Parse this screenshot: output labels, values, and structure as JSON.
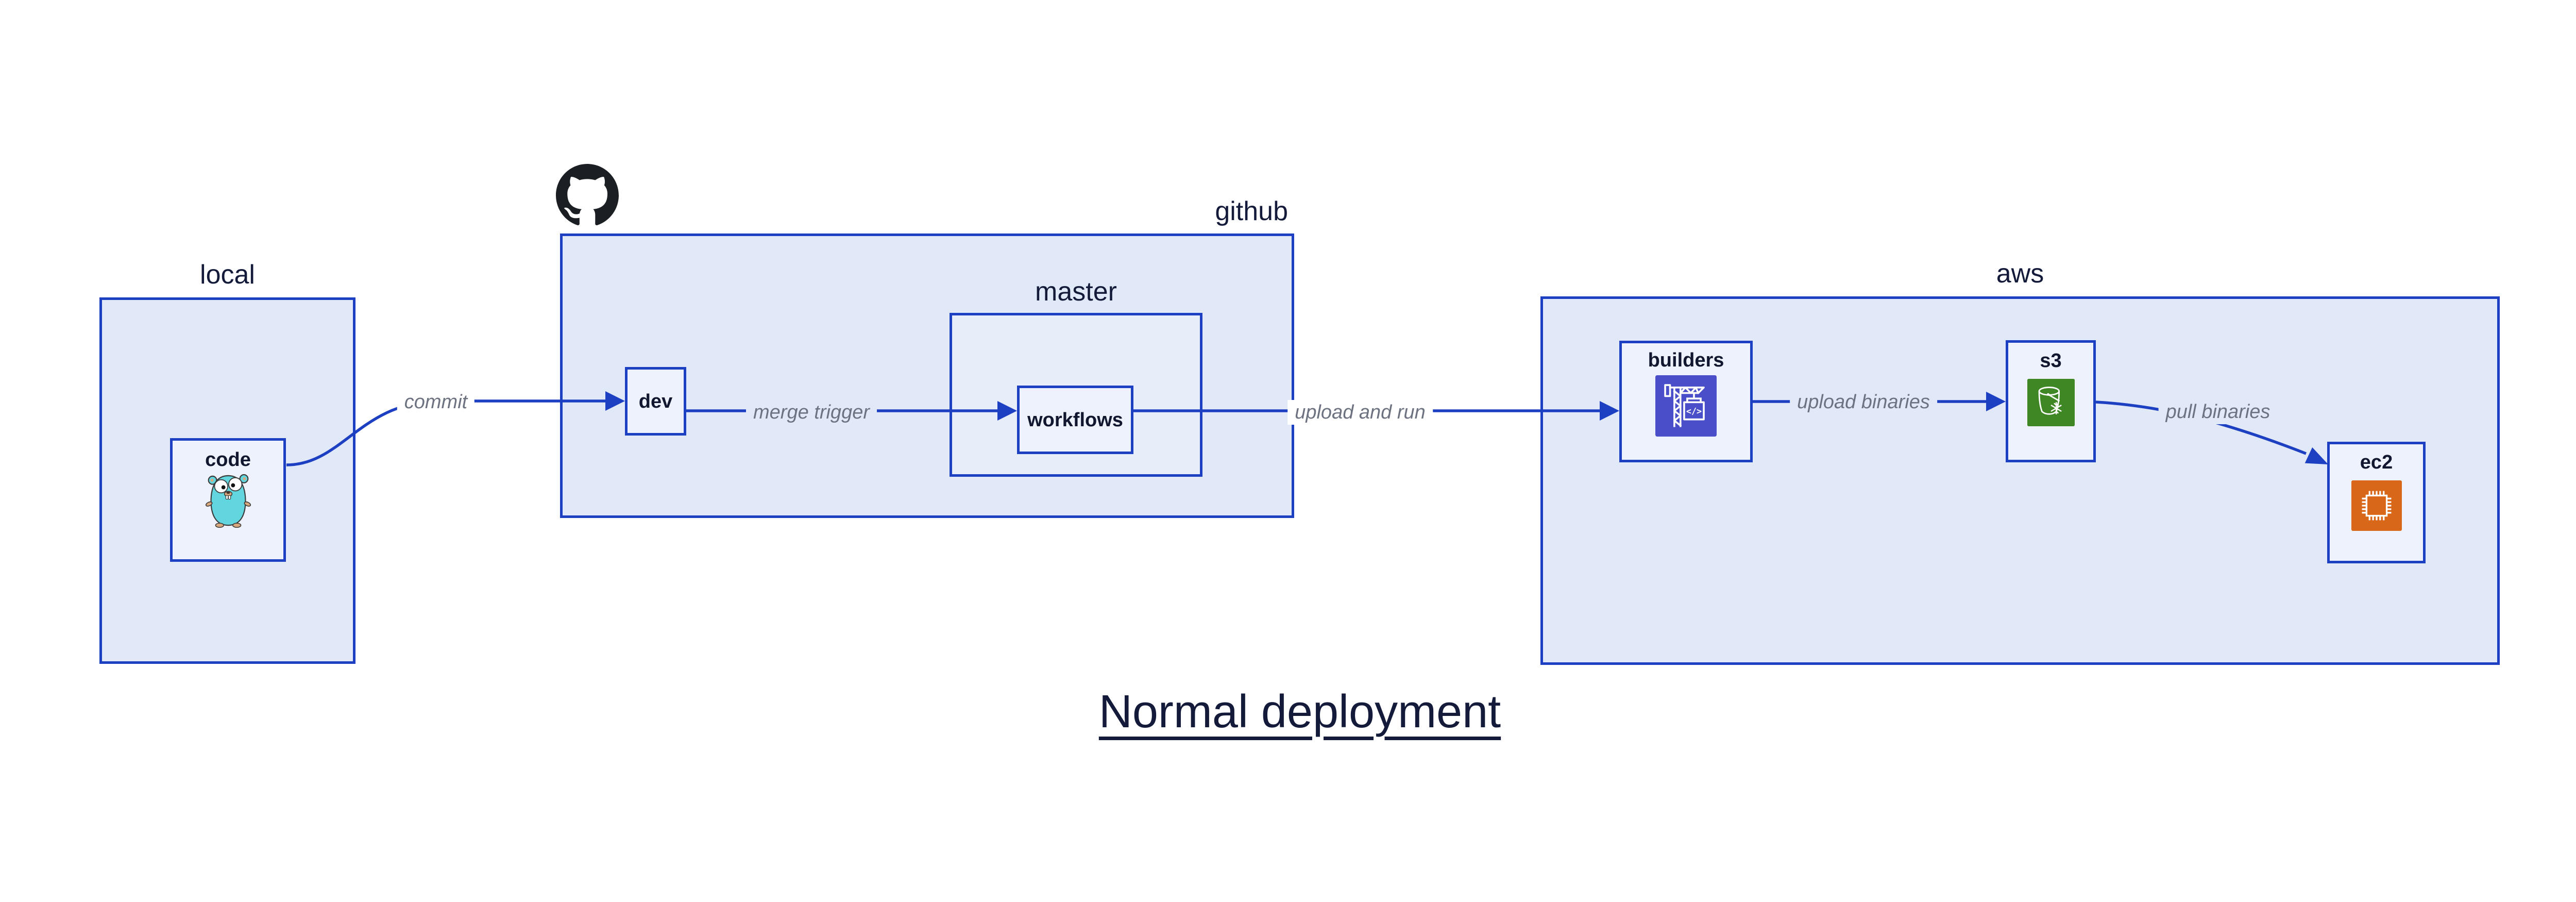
{
  "title": {
    "label": "Normal deployment"
  },
  "containers": {
    "local": {
      "label": "local"
    },
    "github": {
      "label": "github"
    },
    "master": {
      "label": "master"
    },
    "aws": {
      "label": "aws"
    }
  },
  "nodes": {
    "code": {
      "label": "code",
      "container": "local",
      "icon": "go-gopher"
    },
    "dev": {
      "label": "dev",
      "container": "github"
    },
    "workflows": {
      "label": "workflows",
      "container": "master"
    },
    "builders": {
      "label": "builders",
      "container": "aws",
      "icon": "aws-codebuild-crane"
    },
    "s3": {
      "label": "s3",
      "container": "aws",
      "icon": "aws-s3-glacier-bucket"
    },
    "ec2": {
      "label": "ec2",
      "container": "aws",
      "icon": "aws-ec2-chip"
    }
  },
  "edges": {
    "commit": {
      "label": "commit",
      "from": "code",
      "to": "dev"
    },
    "merge_trigger": {
      "label": "merge trigger",
      "from": "dev",
      "to": "workflows"
    },
    "upload_and_run": {
      "label": "upload and run",
      "from": "workflows",
      "to": "builders"
    },
    "upload_binaries": {
      "label": "upload binaries",
      "from": "builders",
      "to": "s3"
    },
    "pull_binaries": {
      "label": "pull binaries",
      "from": "s3",
      "to": "ec2"
    }
  },
  "decorations": {
    "github_logo": "github-octocat",
    "builders_glyph": "</>"
  },
  "colors": {
    "canvas": "#ffffff",
    "container_fill": "#e1e8f8",
    "master_fill": "#e8edfa",
    "node_fill": "#eef2fc",
    "stroke_blue": "#1d3fc2",
    "label_navy": "#141a3a",
    "edge_label_gray": "#6d7280",
    "codebuild_indigo": "#4b4ec9",
    "s3_green": "#3f8624",
    "ec2_orange": "#d9671a",
    "octocat_black": "#1b1f23",
    "gopher_teal": "#62d6de"
  }
}
